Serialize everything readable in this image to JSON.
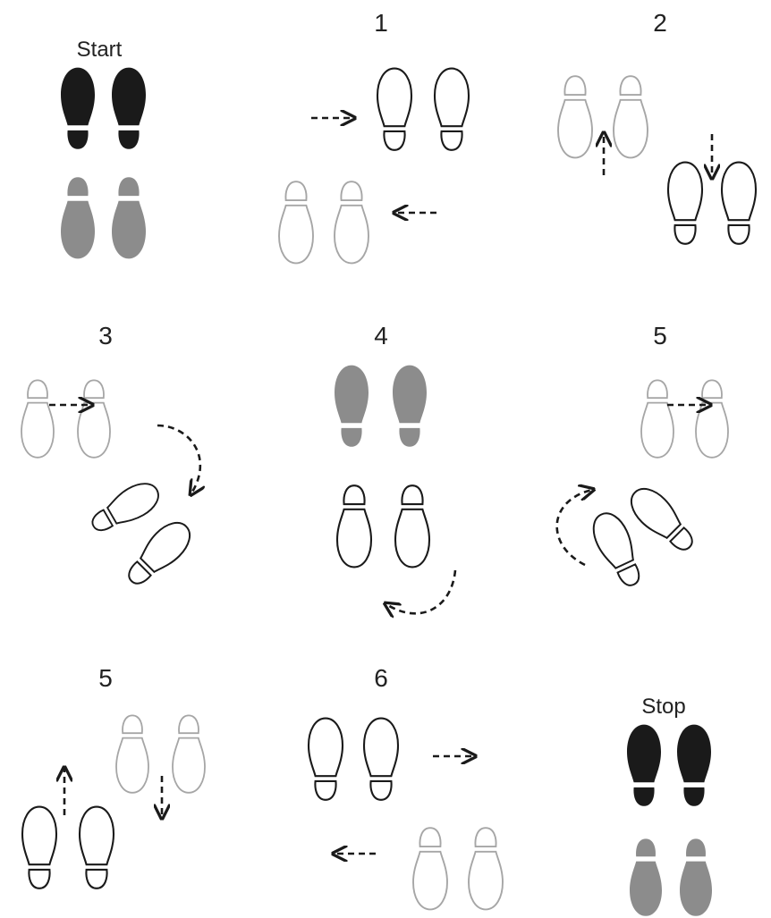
{
  "labels": {
    "start": "Start",
    "step1": "1",
    "step2": "2",
    "step3": "3",
    "step4": "4",
    "step5a": "5",
    "step5b": "5",
    "step6": "6",
    "stop": "Stop"
  },
  "colors": {
    "black": "#1a1a1a",
    "gray": "#8c8c8c",
    "ghost": "#a6a6a6",
    "white": "#ffffff"
  },
  "icons": {
    "footprint": "shoe-print-icon",
    "arrow": "dashed-arrow-icon"
  }
}
